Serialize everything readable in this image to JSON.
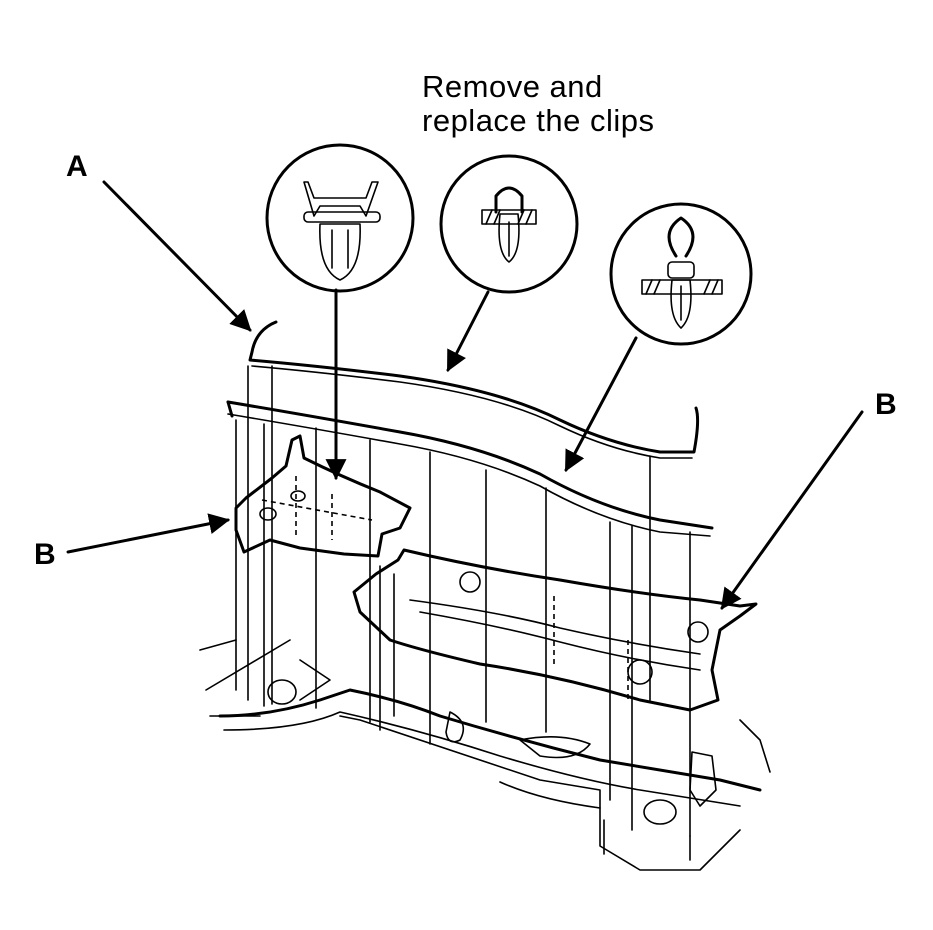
{
  "callout": {
    "line1": "Remove and",
    "line2": "replace the clips"
  },
  "labels": {
    "a": "A",
    "b_right": "B",
    "b_left": "B"
  },
  "colors": {
    "ink": "#000000",
    "paper": "#ffffff"
  },
  "icons": [
    "push-clip-icon",
    "grommet-clip-icon",
    "loop-clip-icon",
    "leader-arrow-icon"
  ]
}
